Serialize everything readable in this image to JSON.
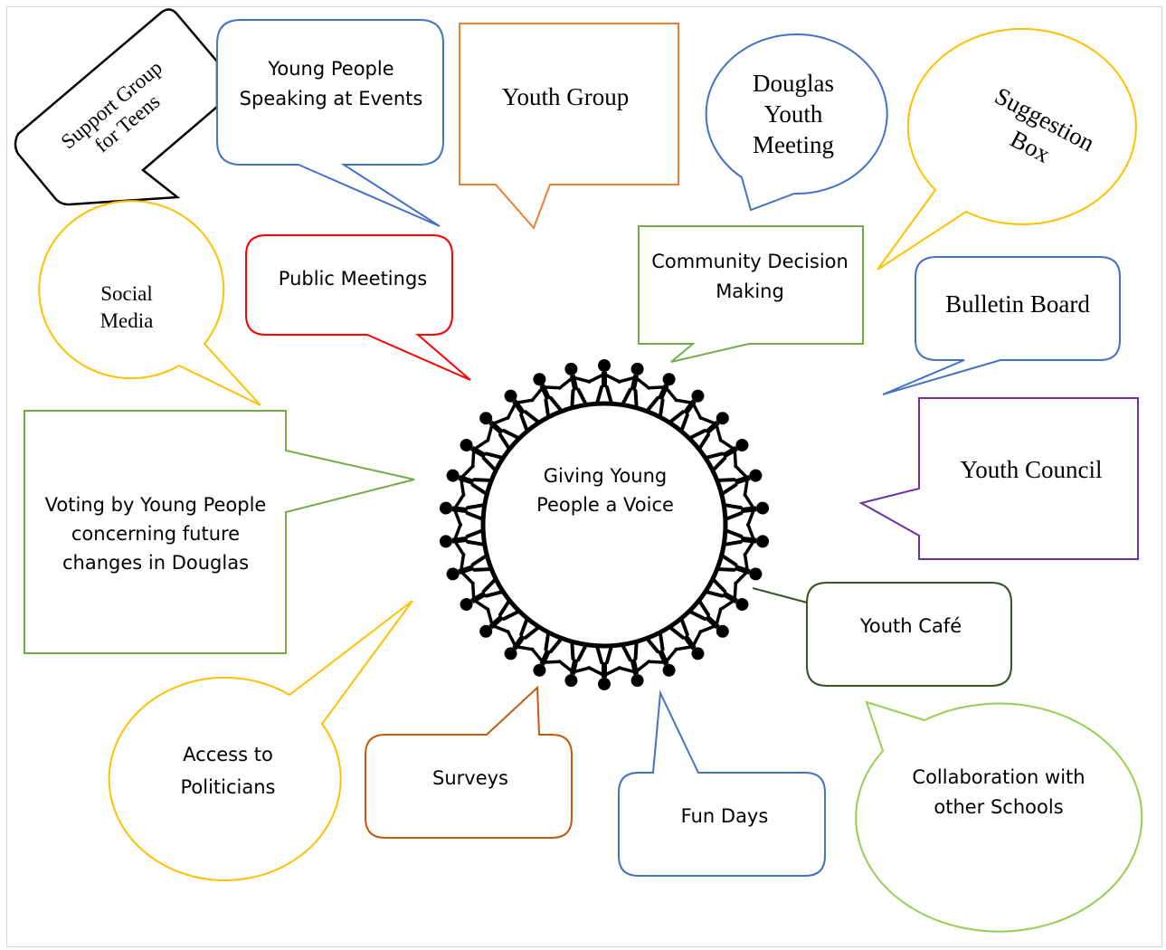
{
  "center": {
    "label": "Giving Young People a Voice"
  },
  "colors": {
    "black": "#000000",
    "blue": "#4472c4",
    "orange": "#ed7d31",
    "gold": "#ffc000",
    "green": "#70ad47",
    "red": "#ff0000",
    "purple": "#7030a0",
    "darkgreen": "#375623",
    "brown": "#c55a11",
    "lightgreen": "#92d050"
  },
  "bubbles": [
    {
      "id": "support-group",
      "label": "Support Group for Teens",
      "color": "black"
    },
    {
      "id": "speaking-at-events",
      "label": "Young People Speaking at Events",
      "color": "blue"
    },
    {
      "id": "youth-group",
      "label": "Youth Group",
      "color": "orange"
    },
    {
      "id": "douglas-youth-meeting",
      "label": "Douglas Youth Meeting",
      "color": "blue"
    },
    {
      "id": "suggestion-box",
      "label": "Suggestion Box",
      "color": "gold"
    },
    {
      "id": "social-media",
      "label": "Social Media",
      "color": "gold"
    },
    {
      "id": "public-meetings",
      "label": "Public Meetings",
      "color": "red"
    },
    {
      "id": "community-decision-making",
      "label": "Community Decision Making",
      "color": "green"
    },
    {
      "id": "bulletin-board",
      "label": "Bulletin Board",
      "color": "blue"
    },
    {
      "id": "voting",
      "label": "Voting by Young People concerning future changes in Douglas",
      "color": "green"
    },
    {
      "id": "youth-council",
      "label": "Youth Council",
      "color": "purple"
    },
    {
      "id": "youth-cafe",
      "label": "Youth Café",
      "color": "darkgreen"
    },
    {
      "id": "access-to-politicians",
      "label": "Access to Politicians",
      "color": "gold"
    },
    {
      "id": "surveys",
      "label": "Surveys",
      "color": "brown"
    },
    {
      "id": "fun-days",
      "label": "Fun Days",
      "color": "blue"
    },
    {
      "id": "collaboration",
      "label": "Collaboration with other Schools",
      "color": "lightgreen"
    }
  ]
}
